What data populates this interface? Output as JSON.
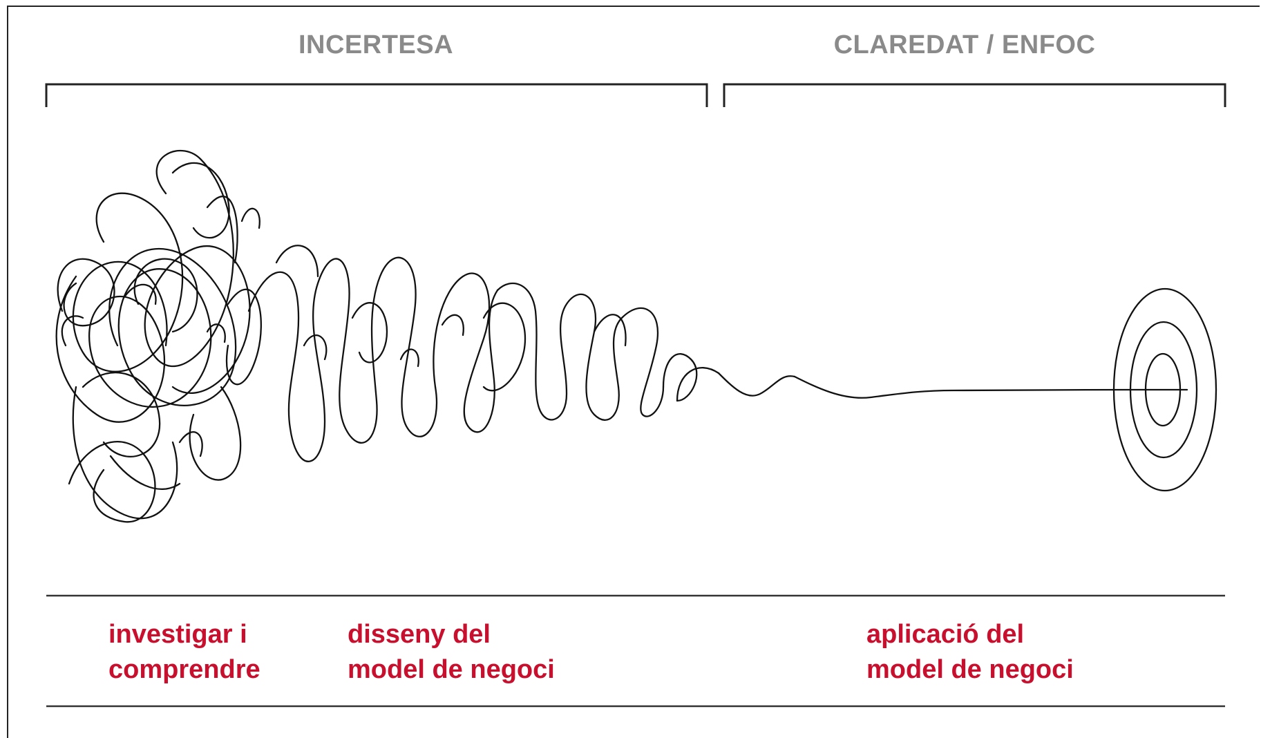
{
  "phases": {
    "left": "INCERTESA",
    "right": "CLAREDAT / ENFOC"
  },
  "stages": [
    {
      "label": "investigar i\ncomprendre"
    },
    {
      "label": "disseny del\nmodel de negoci"
    },
    {
      "label": "aplicació del\nmodel de negoci"
    }
  ],
  "colors": {
    "phase_text": "#8a8a8a",
    "stage_text": "#c8102e",
    "line": "#222222"
  },
  "icons": {
    "scribble": "tangled-line",
    "target": "bullseye-icon"
  }
}
